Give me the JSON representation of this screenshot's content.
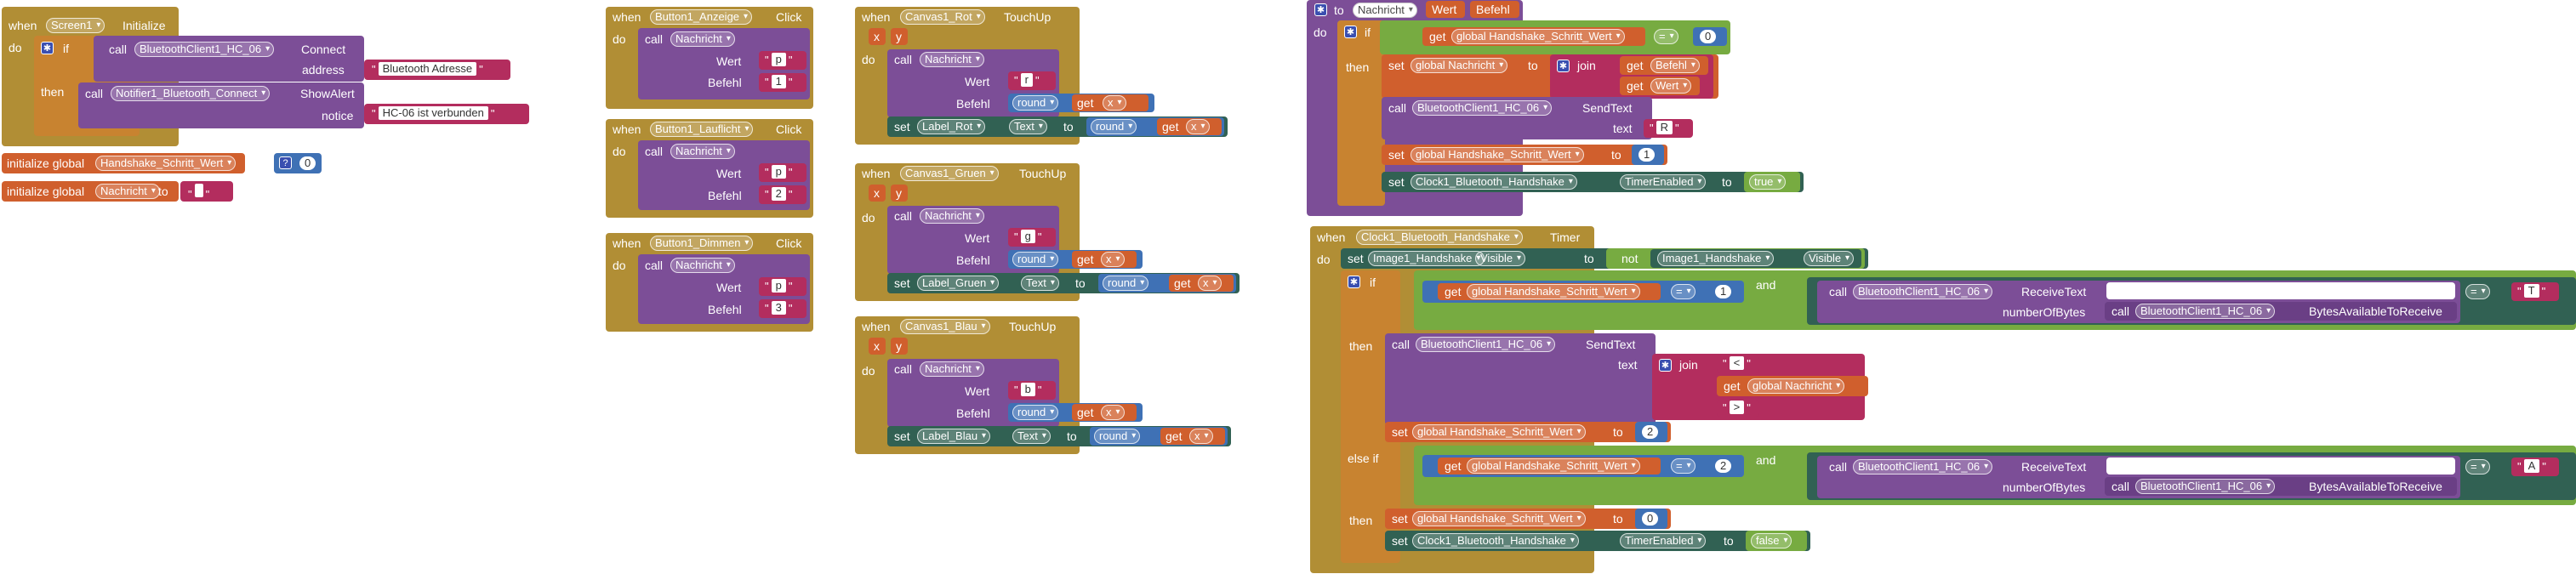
{
  "kw": {
    "when": "when",
    "do": "do",
    "if": "if",
    "then": "then",
    "else_if": "else if",
    "call": "call",
    "set": "set",
    "get": "get",
    "to": "to",
    "and": "and",
    "not": "not",
    "join": "join",
    "text": "text",
    "initialize_global": "initialize global",
    "round": "round",
    "true": "true",
    "false": "false",
    "eq": "=",
    "x": "x",
    "y": "y",
    "message": "Nachricht",
    "message_param": "Nachricht",
    "value": "Wert",
    "command": "Befehl"
  },
  "screen_init": {
    "component": "Screen1",
    "event": "Initialize",
    "bt_component": "BluetoothClient1_HC_06",
    "bt_method": "Connect",
    "address_label": "address",
    "address_value": "Bluetooth Adresse",
    "notifier": "Notifier1_Bluetooth_Connect",
    "notifier_method": "ShowAlert",
    "notice_label": "notice",
    "notice_value": "HC-06 ist verbunden"
  },
  "globals": [
    {
      "name": "Handshake_Schritt_Wert",
      "value": "0"
    },
    {
      "name": "Nachricht",
      "value": ""
    }
  ],
  "buttons": [
    {
      "component": "Button1_Anzeige",
      "event": "Click",
      "wert": "p",
      "befehl": "1"
    },
    {
      "component": "Button1_Lauflicht",
      "event": "Click",
      "wert": "p",
      "befehl": "2"
    },
    {
      "component": "Button1_Dimmen",
      "event": "Click",
      "wert": "p",
      "befehl": "3"
    }
  ],
  "canvases": [
    {
      "component": "Canvas1_Rot",
      "event": "TouchUp",
      "wert": "r",
      "label": "Label_Rot",
      "prop": "Text"
    },
    {
      "component": "Canvas1_Gruen",
      "event": "TouchUp",
      "wert": "g",
      "label": "Label_Gruen",
      "prop": "Text"
    },
    {
      "component": "Canvas1_Blau",
      "event": "TouchUp",
      "wert": "b",
      "label": "Label_Blau",
      "prop": "Text"
    }
  ],
  "proc": {
    "name": "Nachricht",
    "params": [
      "Wert",
      "Befehl"
    ],
    "var": "global Handshake_Schritt_Wert",
    "cmp_value": "0",
    "set_var": "global Nachricht",
    "bt_component": "BluetoothClient1_HC_06",
    "bt_method": "SendText",
    "send_value": "R",
    "set_to": "1",
    "clock": "Clock1_Bluetooth_Handshake",
    "clock_prop": "TimerEnabled"
  },
  "timer": {
    "component": "Clock1_Bluetooth_Handshake",
    "event": "Timer",
    "image": "Image1_Handshake",
    "image_prop": "Visible",
    "var": "global Handshake_Schritt_Wert",
    "bt_component": "BluetoothClient1_HC_06",
    "receive_method": "ReceiveText",
    "bytes_label": "numberOfBytes",
    "bytes_method": "BytesAvailableToReceive",
    "if1_value": "1",
    "if1_expect": "T",
    "send_method": "SendText",
    "join_a": "<",
    "join_msg": "global Nachricht",
    "join_b": ">",
    "then1_set": "2",
    "if2_value": "2",
    "if2_expect": "A",
    "then2_set": "0",
    "clock_prop": "TimerEnabled"
  }
}
